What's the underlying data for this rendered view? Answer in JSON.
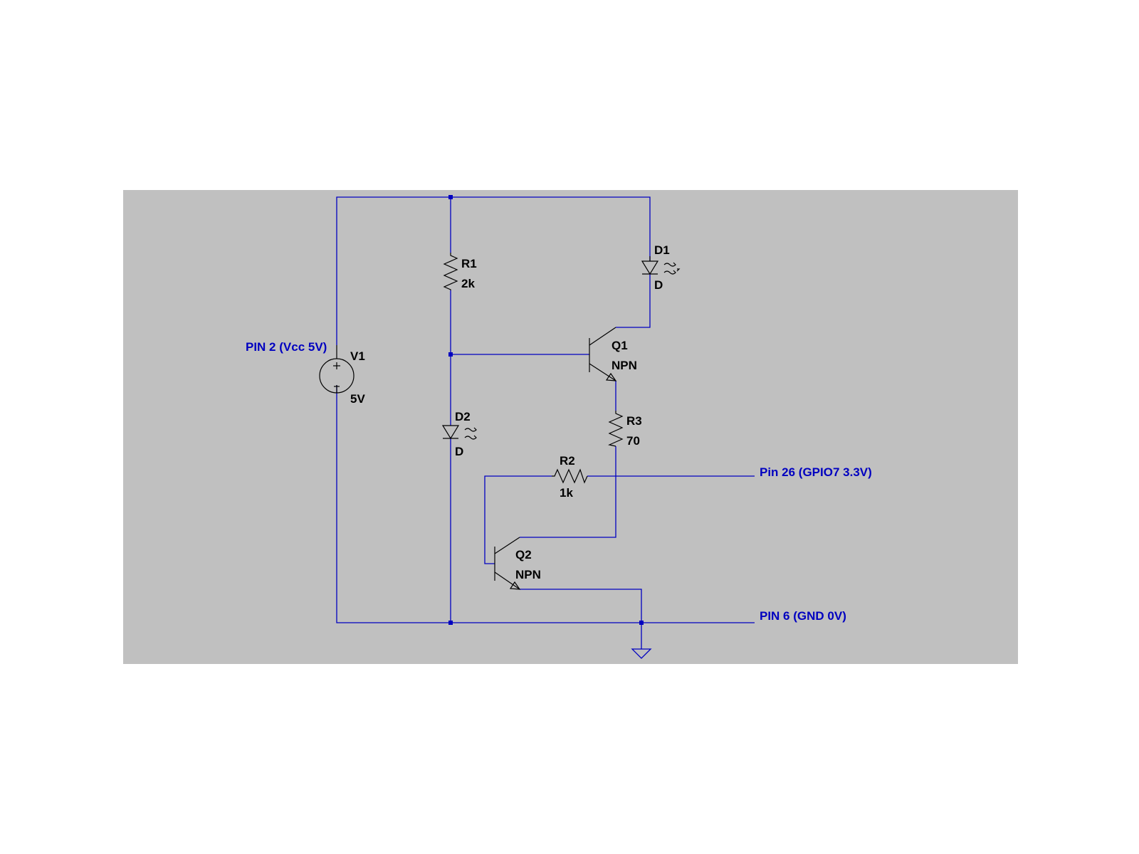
{
  "colors": {
    "background": "#ffffff",
    "canvas": "#c0c0c0",
    "wire": "#0000c0",
    "component": "#000000",
    "net_label": "#0000c0"
  },
  "net_labels": {
    "vcc": "PIN 2 (Vcc 5V)",
    "gpio": "Pin 26 (GPIO7 3.3V)",
    "gnd": "PIN 6 (GND 0V)"
  },
  "components": {
    "v1": {
      "name": "V1",
      "value": "5V",
      "icon": "voltage-source-icon"
    },
    "r1": {
      "name": "R1",
      "value": "2k",
      "icon": "resistor-icon"
    },
    "r2": {
      "name": "R2",
      "value": "1k",
      "icon": "resistor-icon"
    },
    "r3": {
      "name": "R3",
      "value": "70",
      "icon": "resistor-icon"
    },
    "d1": {
      "name": "D1",
      "value": "D",
      "icon": "led-icon"
    },
    "d2": {
      "name": "D2",
      "value": "D",
      "icon": "led-icon"
    },
    "q1": {
      "name": "Q1",
      "value": "NPN",
      "icon": "npn-transistor-icon"
    },
    "q2": {
      "name": "Q2",
      "value": "NPN",
      "icon": "npn-transistor-icon"
    }
  }
}
